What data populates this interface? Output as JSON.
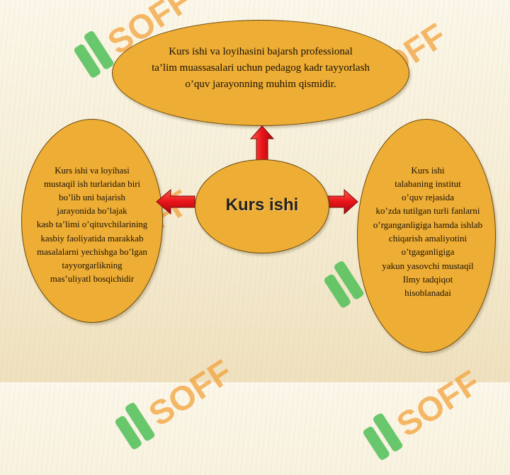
{
  "diagram": {
    "center_title": "Kurs ishi",
    "top_text": "Kurs ishi va loyihasini bajarsh professional\nta’lim muassasalari uchun pedagog kadr tayyorlash\no’quv jarayonning muhim qismidir.",
    "left_text": "Kurs ishi va loyihasi\nmustaqil ish turlaridan biri\nbo’lib  uni bajarish\njarayonida bo’lajak\nkasb ta’limi o’qituvchilarining\nkasbiy faoliyatida marakkab\nmasalalarni yechishga bo’lgan\ntayyorgarlikning\nmas’uliyatl bosqichidir",
    "right_text": "Kurs ishi\ntalabaning institut\no’quv rejasida\nko’zda tutilgan turli fanlarni\no’rganganligiga hamda ishlab\nchiqarish amaliyotini\no’tgaganligiga\nyakun yasovchi mustaqil\nIlmy  tadqiqot\nhisoblanadai"
  },
  "watermark": {
    "text": "SOFF"
  },
  "colors": {
    "ellipse_fill": "#eead34",
    "ellipse_border": "#6b4a10",
    "arrow_red": "#e8141a",
    "watermark_green": "#4fbf57",
    "watermark_orange": "#f2a23a"
  }
}
